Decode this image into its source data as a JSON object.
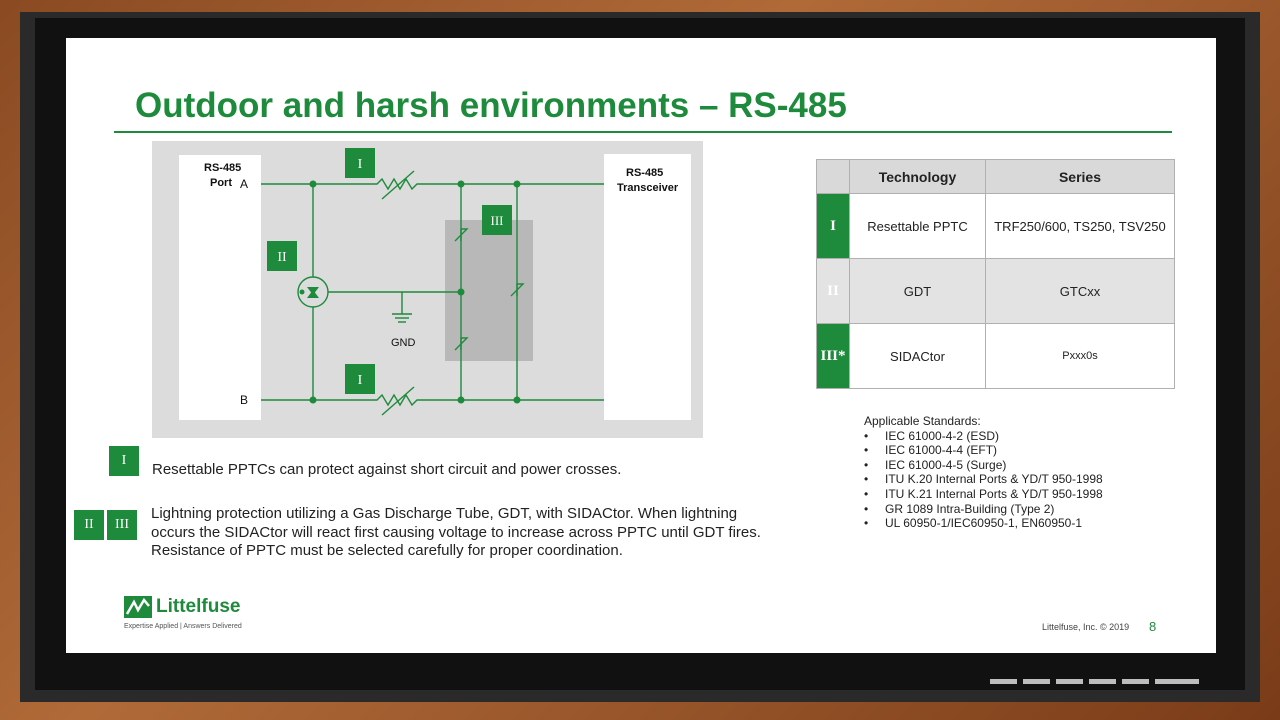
{
  "slide": {
    "title": "Outdoor and harsh environments – RS-485",
    "circuit": {
      "port_label_1": "RS-485",
      "port_label_2": "Port",
      "line_a": "A",
      "line_b": "B",
      "transceiver_label_1": "RS-485",
      "transceiver_label_2": "Transceiver",
      "gnd": "GND",
      "marker_top": "I",
      "marker_bottom": "I",
      "marker_gdt": "II",
      "marker_sidactor": "III"
    },
    "notes": {
      "note1_marker": "I",
      "note1_text": "Resettable PPTCs can protect against short circuit and power crosses.",
      "note2_marker_a": "II",
      "note2_marker_b": "III",
      "note2_line1": "Lightning protection utilizing a Gas Discharge Tube, GDT, with SIDACtor. When lightning",
      "note2_line2": "occurs the SIDACtor will react first causing voltage to increase across PPTC until GDT fires.",
      "note2_line3": "Resistance of PPTC must be selected carefully for proper coordination."
    },
    "table": {
      "headers": [
        "Technology",
        "Series"
      ],
      "rows": [
        {
          "id": "I",
          "technology": "Resettable PPTC",
          "series": "TRF250/600, TS250, TSV250"
        },
        {
          "id": "II",
          "technology": "GDT",
          "series": "GTCxx"
        },
        {
          "id": "III*",
          "technology": "SIDACtor",
          "series": "Pxxx0s"
        }
      ]
    },
    "standards": {
      "heading": "Applicable Standards:",
      "items": [
        "IEC 61000-4-2 (ESD)",
        "IEC 61000-4-4 (EFT)",
        "IEC 61000-4-5 (Surge)",
        "ITU K.20 Internal Ports & YD/T 950-1998",
        "ITU K.21 Internal Ports & YD/T 950-1998",
        "GR 1089 Intra-Building (Type 2)",
        "UL 60950-1/IEC60950-1, EN60950-1"
      ]
    },
    "footer": {
      "brand": "Littelfuse",
      "tagline": "Expertise Applied | Answers Delivered",
      "copyright": "Littelfuse, Inc. © 2019",
      "page_number": "8"
    }
  },
  "colors": {
    "brand_green": "#1e8a3c",
    "frame_brown": "#8a4a22"
  }
}
